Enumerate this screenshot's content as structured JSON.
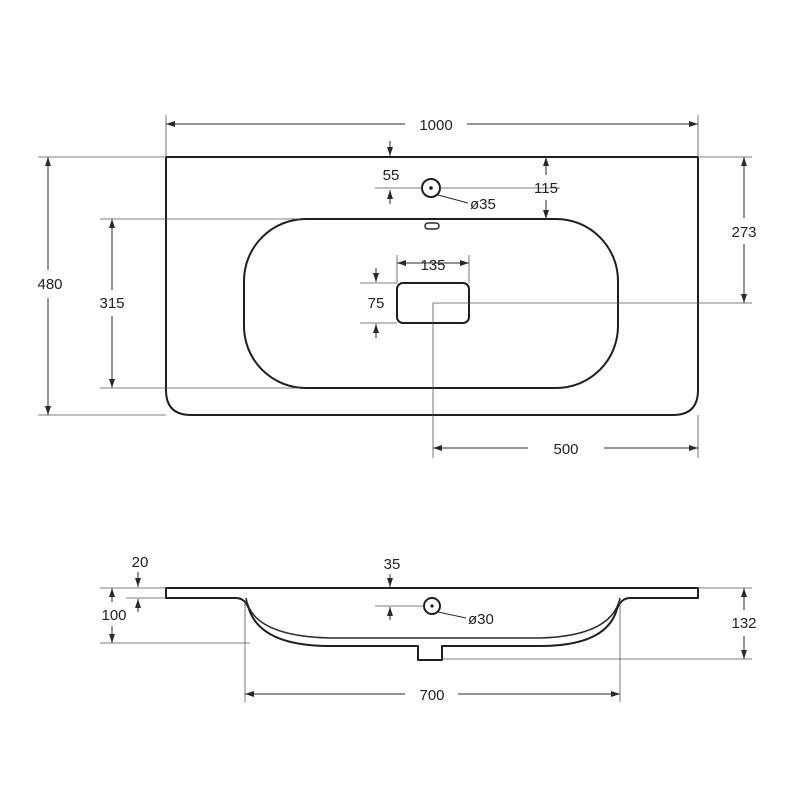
{
  "top_view": {
    "dims": {
      "width": "1000",
      "depth": "480",
      "bowl_depth": "315",
      "tap_hole_offset": "55",
      "tap_hole_diameter": "ø35",
      "tap_to_bowl": "115",
      "drain_from_back": "273",
      "drain_width": "135",
      "drain_height": "75",
      "drain_from_side": "500"
    }
  },
  "side_view": {
    "dims": {
      "rim_thickness": "20",
      "bowl_height": "100",
      "overflow_offset": "35",
      "overflow_diameter": "ø30",
      "total_height": "132",
      "bowl_width": "700"
    }
  }
}
